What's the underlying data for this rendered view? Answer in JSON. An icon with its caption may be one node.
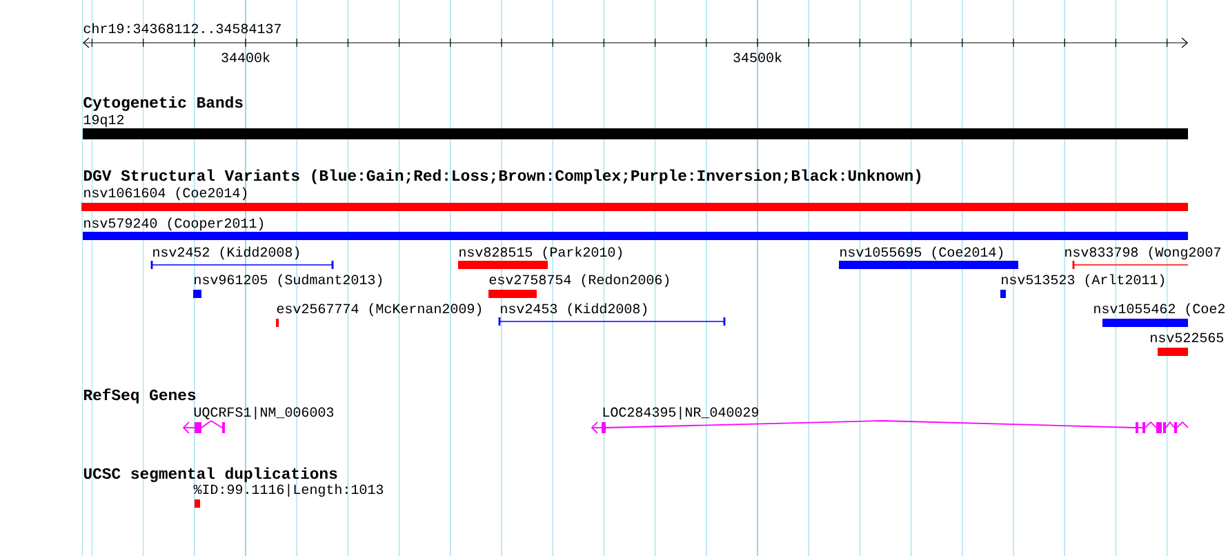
{
  "diagram": {
    "nodes": [
      {
        "text": [
          "19q12"
        ]
      },
      {
        "text": [
          "nsv1061604 (Coe2014)"
        ]
      },
      {
        "text": [
          "nsv579240 (Cooper2011)"
        ]
      },
      {
        "text": [
          "nsv2452 (Kidd2008)"
        ]
      },
      {
        "text": [
          "nsv828515 (Park2010)"
        ]
      },
      {
        "text": [
          "nsv1055695 (Coe2014)"
        ]
      },
      {
        "text": [
          "nsv833798 (Wong2007"
        ]
      },
      {
        "text": [
          "nsv961205 (Sudmant2013)"
        ]
      },
      {
        "text": [
          "esv2758754 (Redon2006)"
        ]
      },
      {
        "text": [
          "nsv513523 (Arlt2011)"
        ]
      },
      {
        "text": [
          "esv2567774 (McKernan2009)"
        ]
      },
      {
        "text": [
          "nsv2453 (Kidd2008)"
        ]
      },
      {
        "text": [
          "nsv1055462 (Coe2"
        ]
      },
      {
        "text": [
          "nsv522565"
        ]
      },
      {
        "text": [
          "UQCRFS1|NM_006003"
        ]
      },
      {
        "text": [
          "LOC284395|NR_040029"
        ]
      },
      {
        "text": [
          "%ID:99.1116|Length:1013"
        ]
      }
    ],
    "labels": [
      "chr19:34368112..34584137",
      "34400k",
      "34500k",
      "Cytogenetic Bands",
      "DGV Structural Variants (Blue:Gain;Red:Loss;Brown:Complex;Purple:Inversion;Black:Unknown)",
      "RefSeq Genes",
      "UCSC segmental duplications"
    ]
  }
}
